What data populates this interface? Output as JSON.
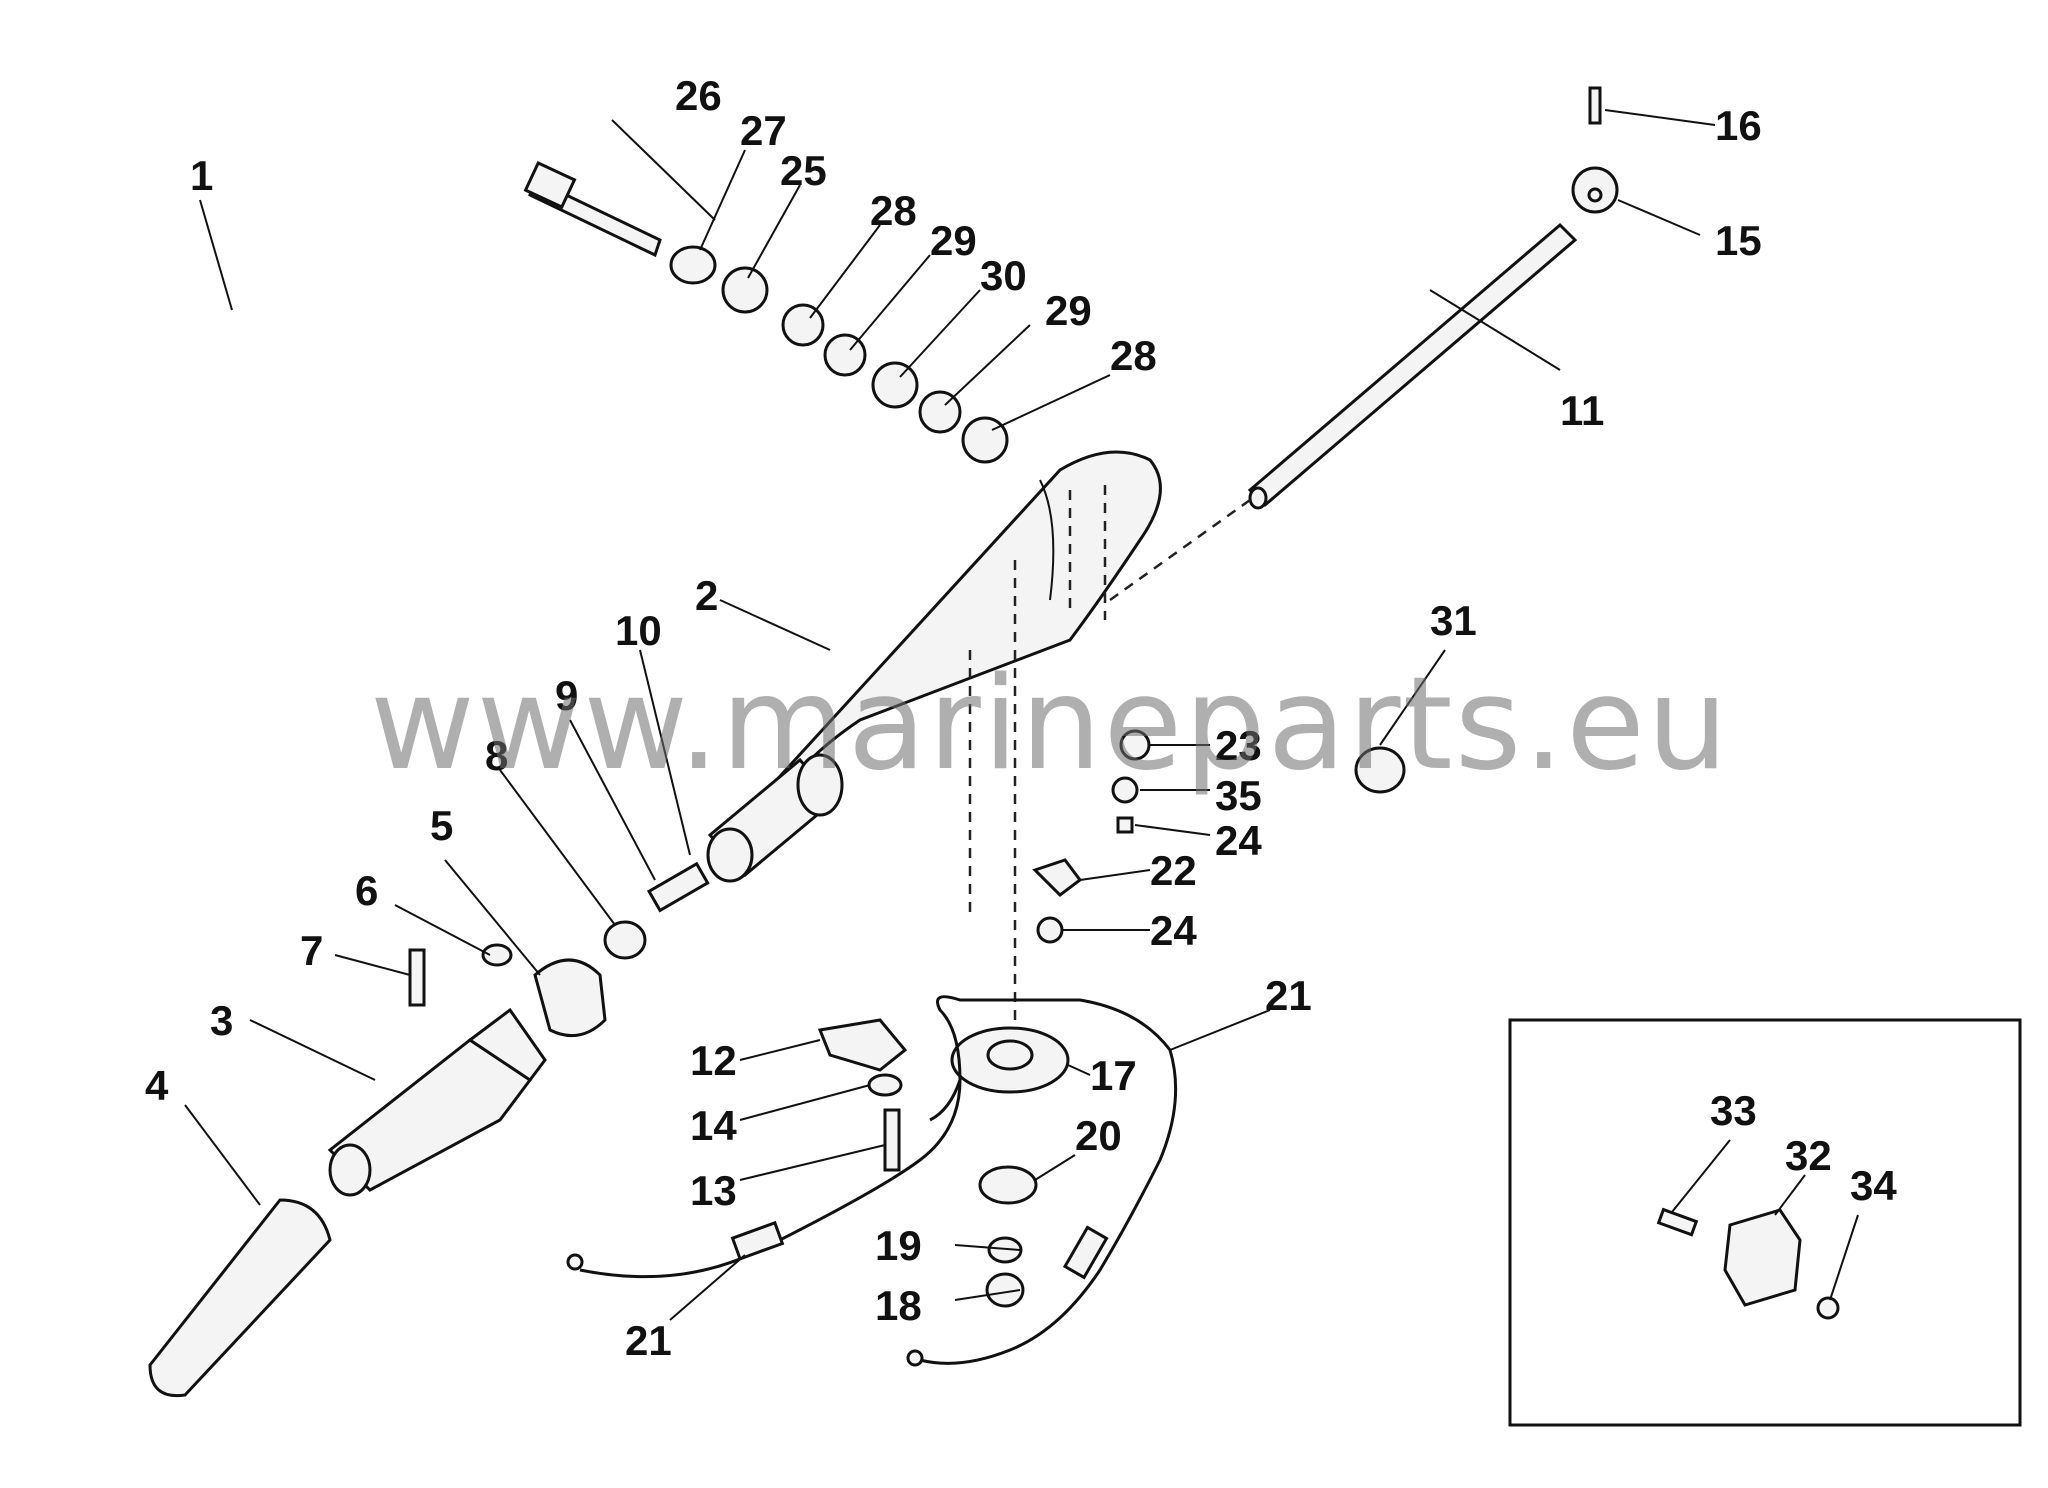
{
  "watermark": "www.marineparts.eu",
  "callouts": {
    "c1": "1",
    "c2": "2",
    "c3": "3",
    "c4": "4",
    "c5": "5",
    "c6": "6",
    "c7": "7",
    "c8": "8",
    "c9": "9",
    "c10": "10",
    "c11": "11",
    "c12": "12",
    "c13": "13",
    "c14": "14",
    "c15": "15",
    "c16": "16",
    "c17": "17",
    "c18": "18",
    "c19": "19",
    "c20": "20",
    "c21a": "21",
    "c21b": "21",
    "c22": "22",
    "c23": "23",
    "c24a": "24",
    "c24b": "24",
    "c25": "25",
    "c26": "26",
    "c27": "27",
    "c28a": "28",
    "c28b": "28",
    "c29a": "29",
    "c29b": "29",
    "c30": "30",
    "c31": "31",
    "c32": "32",
    "c33": "33",
    "c34": "34",
    "c35": "35"
  }
}
